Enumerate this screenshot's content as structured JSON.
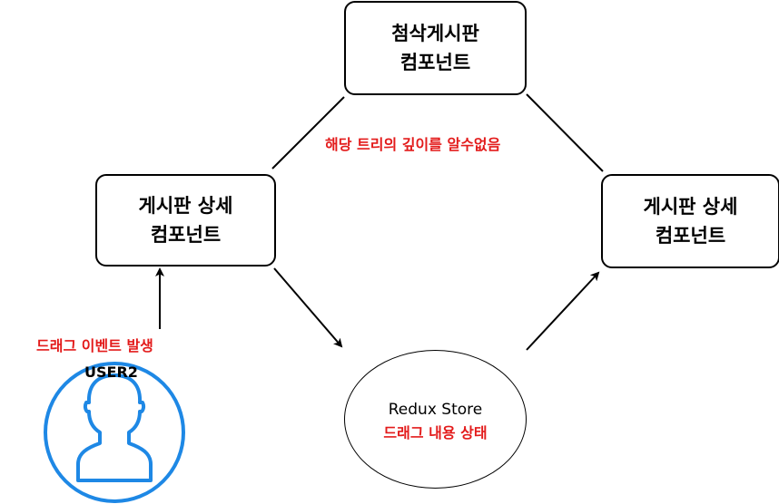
{
  "nodes": {
    "top": {
      "line1": "첨삭게시판",
      "line2": "컴포넌트"
    },
    "left": {
      "line1": "게시판 상세",
      "line2": "컴포넌트"
    },
    "right": {
      "line1": "게시판 상세",
      "line2": "컴포넌트"
    },
    "store": {
      "title": "Redux Store",
      "subtitle": "드래그 내용 상태"
    }
  },
  "annotations": {
    "depth_note": "해당 트리의 깊이를 알수없음",
    "drag_event": "드래그 이벤트 발생"
  },
  "user": {
    "label": "USER2",
    "icon": "user-avatar-icon"
  },
  "colors": {
    "line": "#000000",
    "annotation": "#e31b1b",
    "user_icon": "#1e88e5",
    "box_border": "#000000",
    "background": "#ffffff"
  }
}
